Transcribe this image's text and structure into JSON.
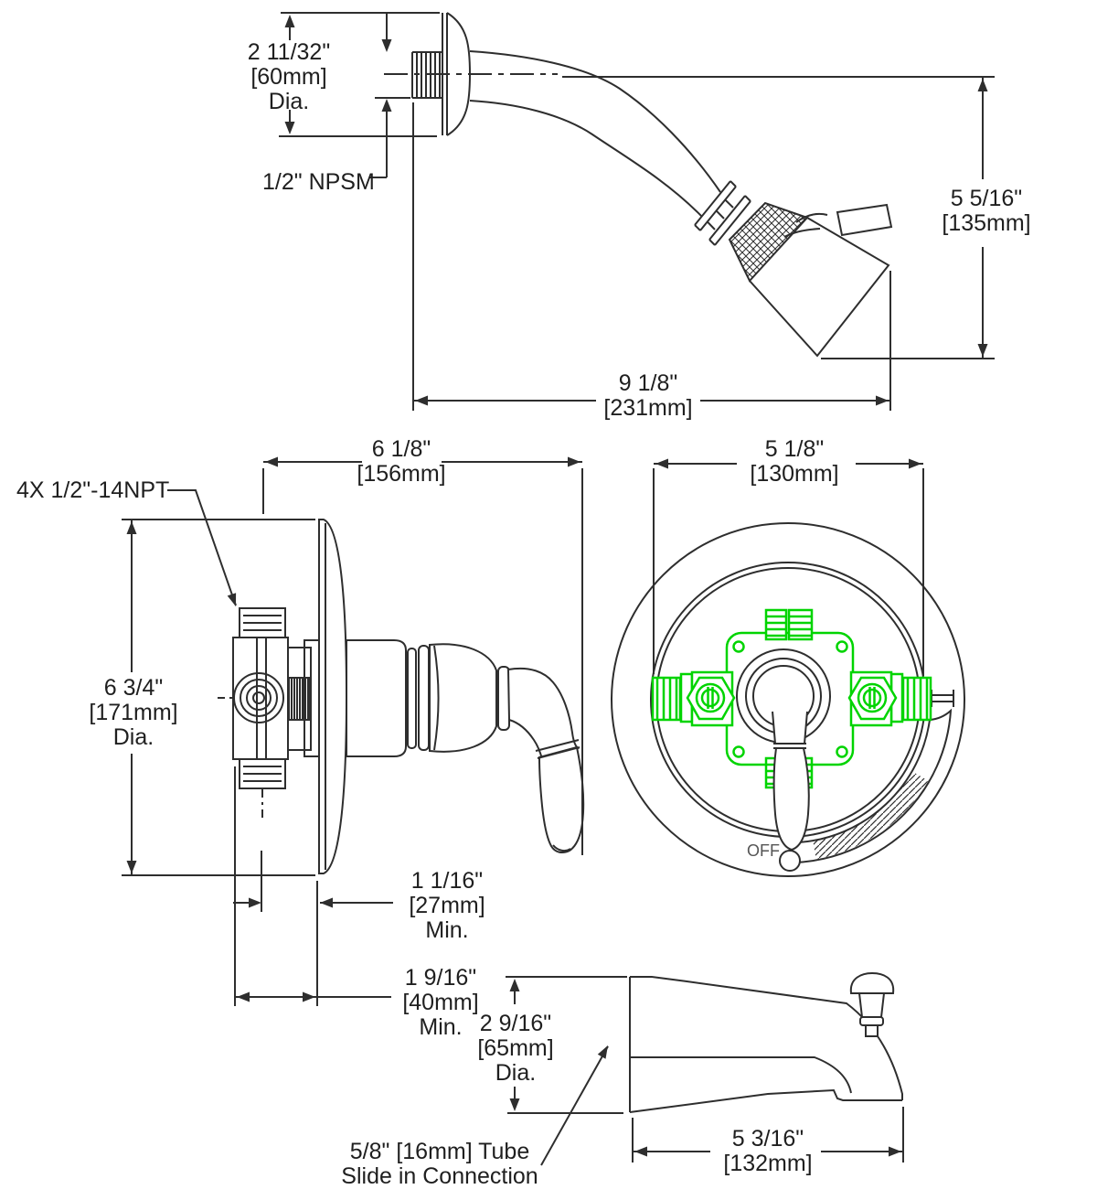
{
  "diagram": {
    "type": "technical-dimensional-drawing",
    "colors": {
      "line": "#2e2e2e",
      "highlight_green": "#00d400",
      "text": "#1f1f1f",
      "background": "#ffffff"
    },
    "labels": {
      "shower_arm_flange_dia": {
        "l1": "2 11/32\"",
        "l2": "[60mm]",
        "l3": "Dia."
      },
      "shower_arm_thread": {
        "l1": "1/2\" NPSM"
      },
      "shower_head_drop": {
        "l1": "5 5/16\"",
        "l2": "[135mm]"
      },
      "shower_arm_reach": {
        "l1": "9 1/8\"",
        "l2": "[231mm]"
      },
      "valve_overall_depth": {
        "l1": "6 1/8\"",
        "l2": "[156mm]"
      },
      "valve_ports_thread": {
        "l1": "4X 1/2\"-14NPT"
      },
      "escutcheon_dia": {
        "l1": "6 3/4\"",
        "l2": "[171mm]",
        "l3": "Dia."
      },
      "wall_clearance_min": {
        "l1": "1 1/16\"",
        "l2": "[27mm]",
        "l3": "Min."
      },
      "body_depth_min": {
        "l1": "1 9/16\"",
        "l2": "[40mm]",
        "l3": "Min."
      },
      "valve_front_width": {
        "l1": "5 1/8\"",
        "l2": "[130mm]"
      },
      "handle_position": {
        "l1": "OFF"
      },
      "spout_inlet_dia": {
        "l1": "2 9/16\"",
        "l2": "[65mm]",
        "l3": "Dia."
      },
      "spout_length": {
        "l1": "5 3/16\"",
        "l2": "[132mm]"
      },
      "spout_connection_note": {
        "l1": "5/8\" [16mm] Tube",
        "l2": "Slide in Connection"
      }
    }
  }
}
